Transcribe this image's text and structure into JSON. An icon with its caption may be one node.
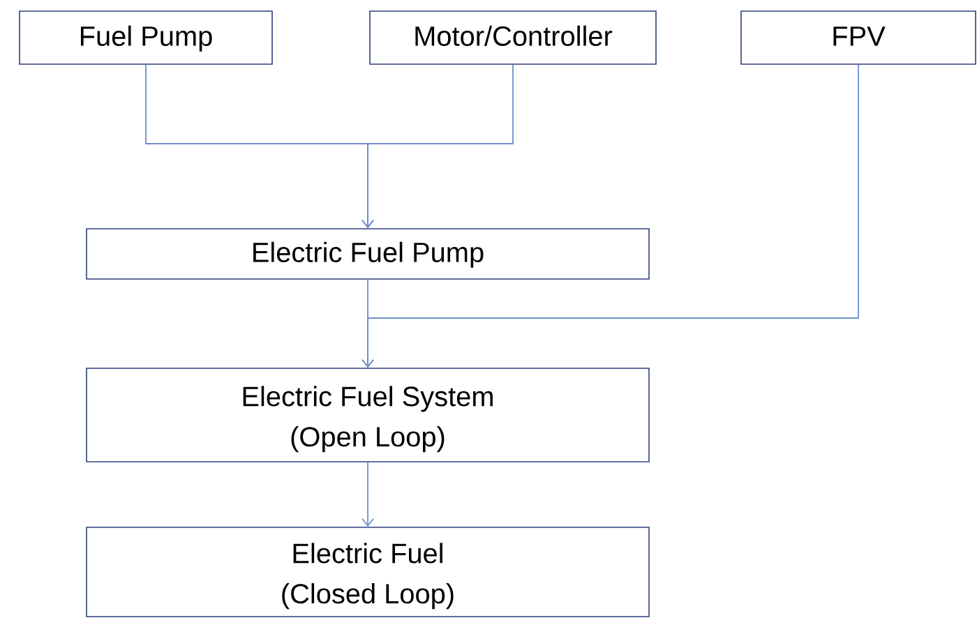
{
  "diagram": {
    "nodes": [
      {
        "text": [
          "Fuel Pump"
        ]
      },
      {
        "text": [
          "Motor/Controller"
        ]
      },
      {
        "text": [
          "FPV"
        ]
      },
      {
        "text": [
          "Electric Fuel Pump"
        ]
      },
      {
        "text": [
          "Electric Fuel System (Open Loop)"
        ]
      },
      {
        "text": [
          "Electric Fuel (Closed Loop)"
        ]
      }
    ],
    "edges": [
      {
        "from": 0,
        "to": 3,
        "arrow": "to"
      },
      {
        "from": 1,
        "to": 3,
        "arrow": "to"
      },
      {
        "from": 2,
        "to": 4,
        "arrow": "to"
      },
      {
        "from": 3,
        "to": 4,
        "arrow": "to"
      },
      {
        "from": 4,
        "to": 5,
        "arrow": "to"
      }
    ]
  }
}
